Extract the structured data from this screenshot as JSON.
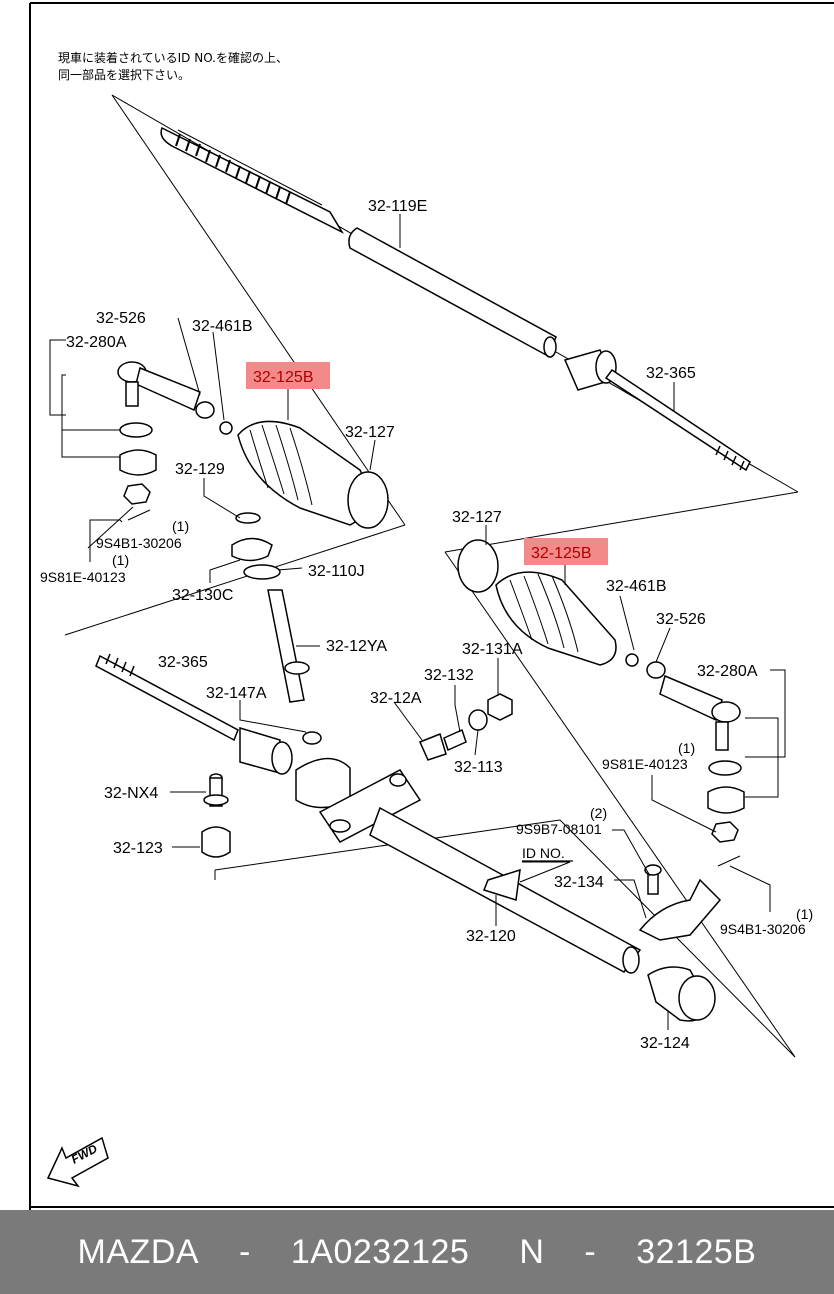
{
  "note": {
    "line1": "現車に装着されているID NO.を確認の上、",
    "line2": "同一部品を選択下さい。"
  },
  "labels": {
    "p32_119E": "32-119E",
    "p32_526_l": "32-526",
    "p32_461B_l": "32-461B",
    "p32_280A_l": "32-280A",
    "p32_125B_l": "32-125B",
    "p32_127_l": "32-127",
    "p32_365_r": "32-365",
    "p32_129": "32-129",
    "p9S4B1_l": "9S4B1-30206",
    "p9S4B1_l_qty": "(1)",
    "p9S81E_l": "9S81E-40123",
    "p9S81E_l_qty": "(1)",
    "p32_110J": "32-110J",
    "p32_130C": "32-130C",
    "p32_127_r": "32-127",
    "p32_125B_r": "32-125B",
    "p32_461B_r": "32-461B",
    "p32_526_r": "32-526",
    "p32_12YA": "32-12YA",
    "p32_131A": "32-131A",
    "p32_365_l": "32-365",
    "p32_132": "32-132",
    "p32_280A_r": "32-280A",
    "p32_147A": "32-147A",
    "p32_12A": "32-12A",
    "p32_113": "32-113",
    "p9S81E_r": "9S81E-40123",
    "p9S81E_r_qty": "(1)",
    "p32_NX4": "32-NX4",
    "p9S9B7": "9S9B7-08101",
    "p9S9B7_qty": "(2)",
    "p32_123": "32-123",
    "id_no": "ID NO.",
    "p32_134": "32-134",
    "p9S4B1_r": "9S4B1-30206",
    "p9S4B1_r_qty": "(1)",
    "p32_120": "32-120",
    "p32_124": "32-124",
    "fwd": "FWD"
  },
  "colors": {
    "highlight": "#f38a8a",
    "footer_bg": "#7a7a7a"
  },
  "footer": {
    "brand": "MAZDA",
    "sep1": "-",
    "part_number": "1A0232125",
    "code_prefix": "N",
    "sep2": "-",
    "code": "32125B"
  }
}
